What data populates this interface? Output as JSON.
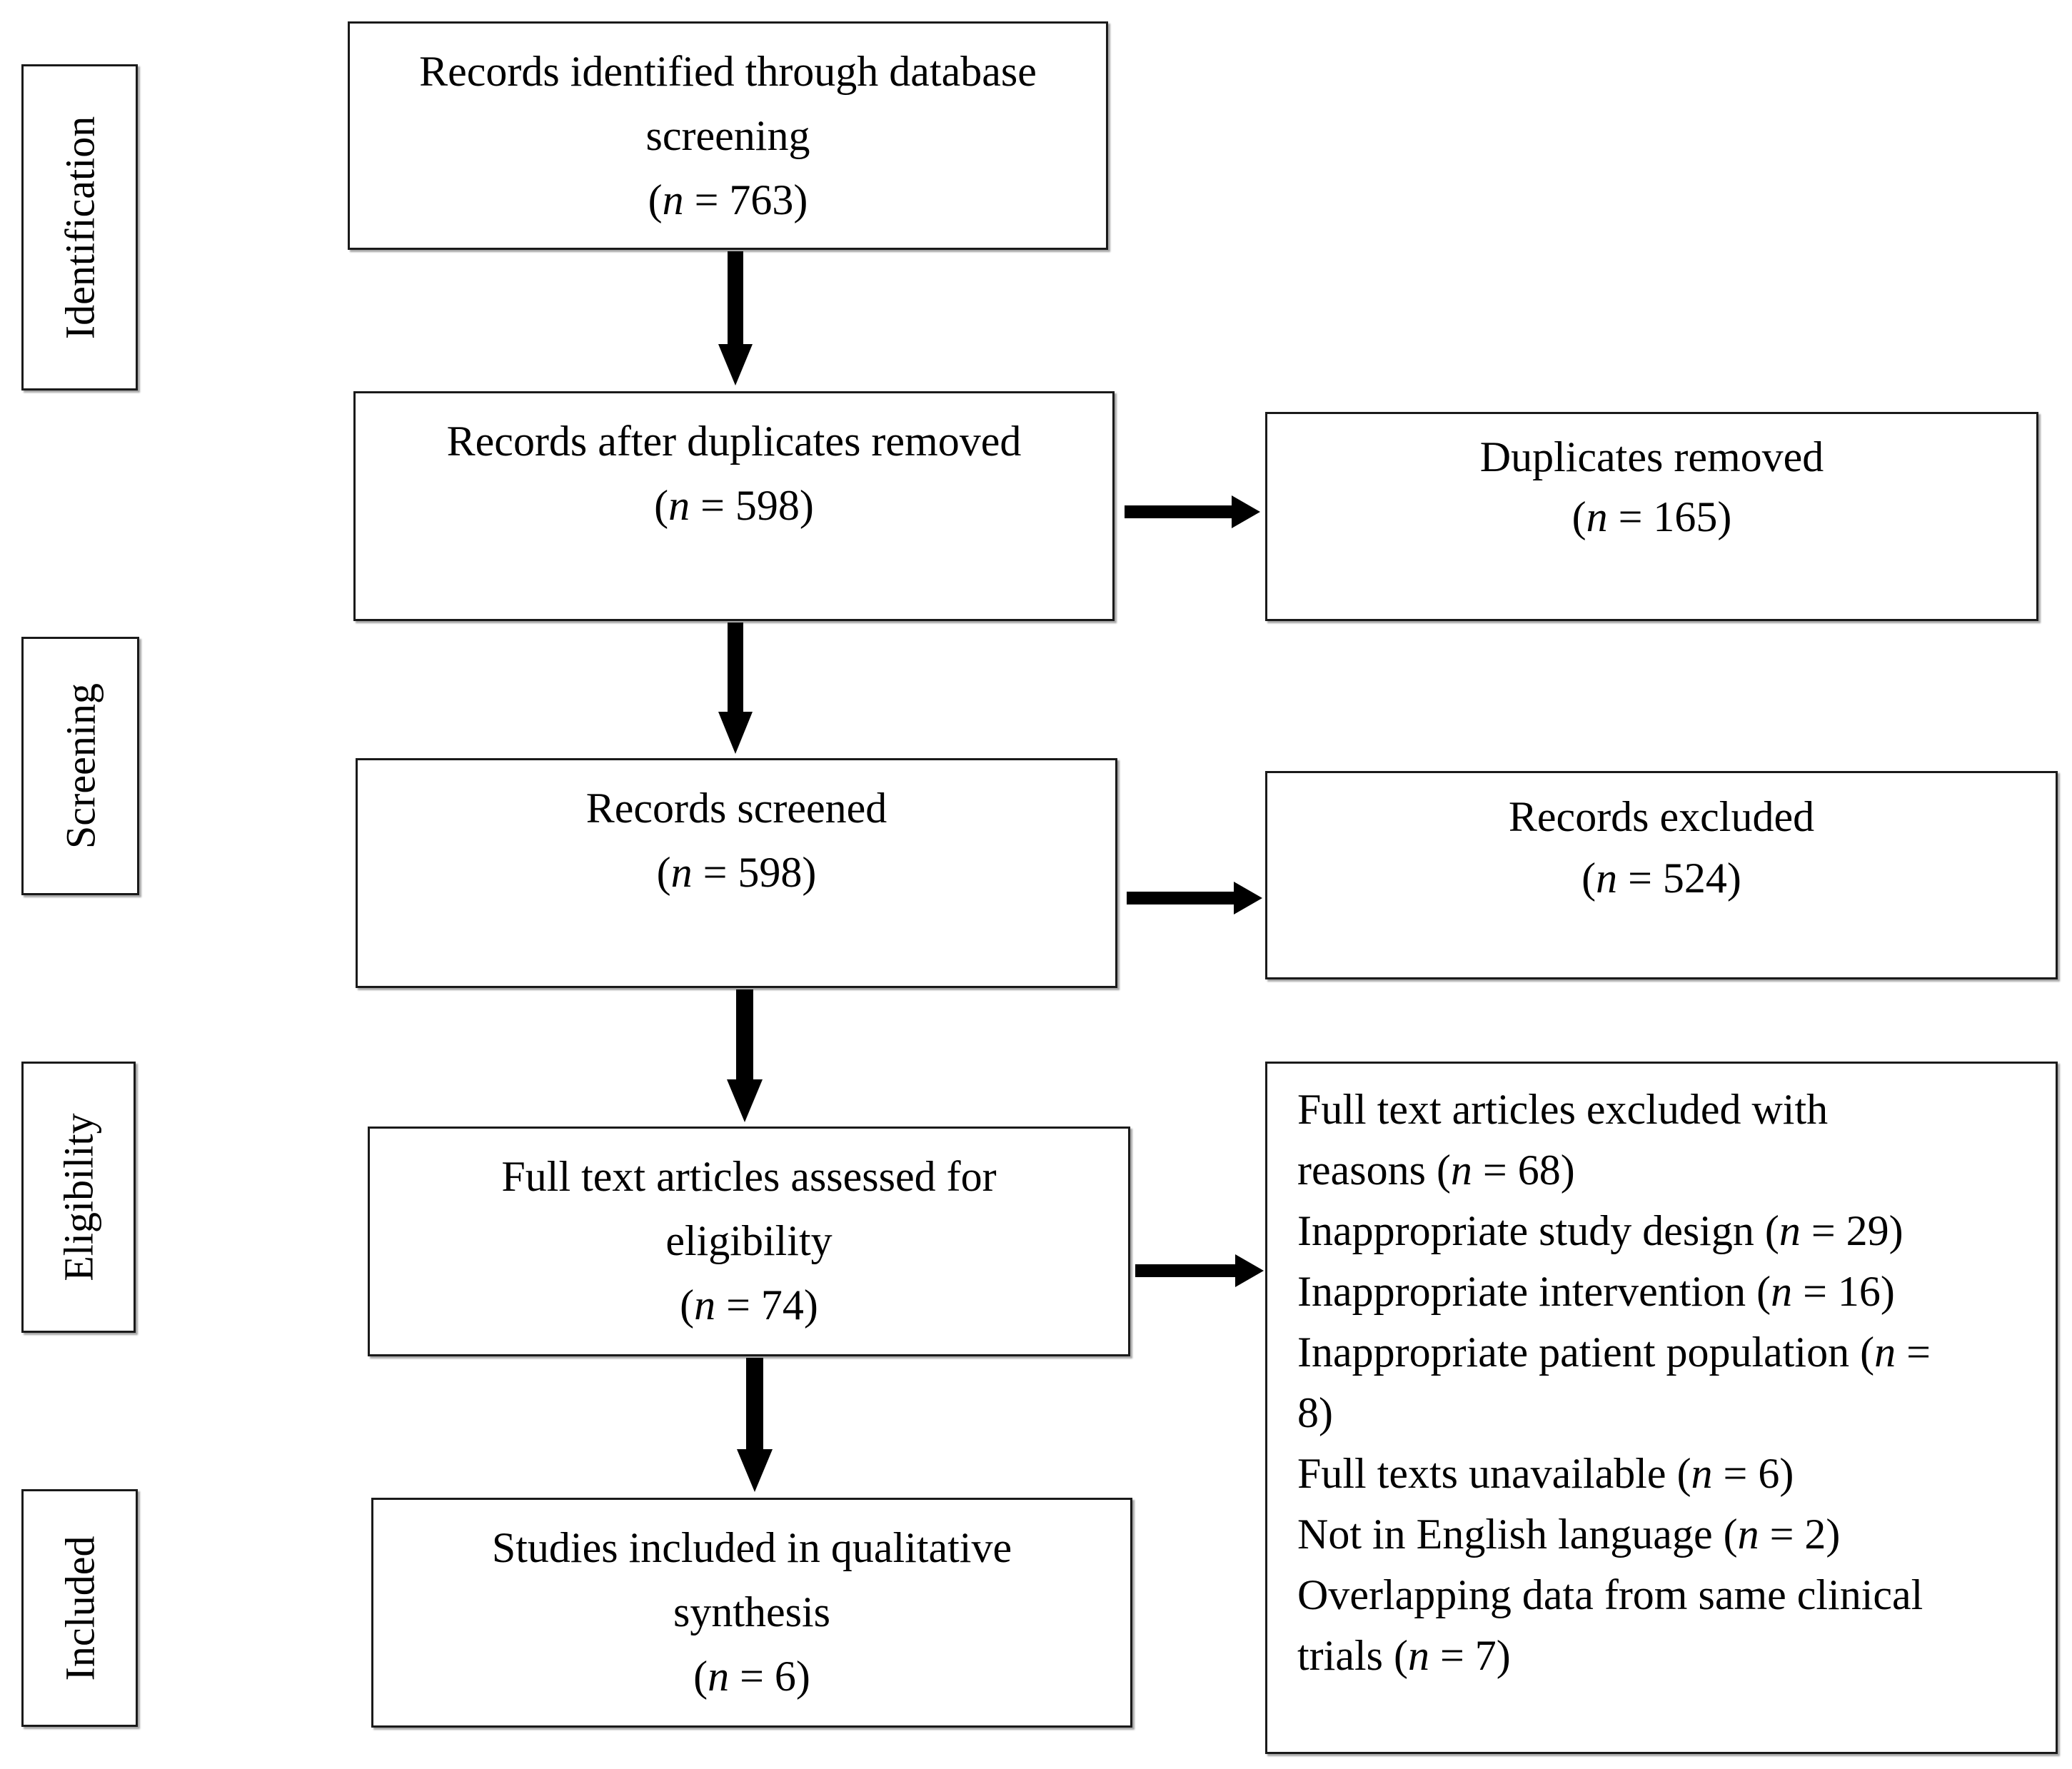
{
  "stages": {
    "identification": "Identification",
    "screening": "Screening",
    "eligibility": "Eligibility",
    "included": "Included"
  },
  "identified": {
    "lines": [
      "Records identified through database",
      "screening"
    ],
    "n_label": "n",
    "n_value": " = 763)"
  },
  "after_duplicates": {
    "lines": [
      "Records after duplicates removed"
    ],
    "n_label": "n",
    "n_value": " = 598)"
  },
  "duplicates_removed": {
    "lines": [
      "Duplicates removed"
    ],
    "n_label": "n",
    "n_value": " = 165)"
  },
  "screened": {
    "lines": [
      "Records screened"
    ],
    "n_label": "n",
    "n_value": " = 598)"
  },
  "excluded": {
    "lines": [
      "Records excluded"
    ],
    "n_label": "n",
    "n_value": " = 524)"
  },
  "full_text": {
    "lines": [
      "Full text articles assessed for",
      "eligibility"
    ],
    "n_label": "n",
    "n_value": " = 74)"
  },
  "included": {
    "lines": [
      "Studies included in qualitative",
      "synthesis"
    ],
    "n_label": "n",
    "n_value": " = 6)"
  },
  "reasons": {
    "lines": [
      {
        "pre": "Full text articles excluded with",
        "n": "",
        "post": ""
      },
      {
        "pre": "reasons (",
        "n": "n",
        "post": " = 68)"
      },
      {
        "pre": "Inappropriate study design (",
        "n": "n",
        "post": " = 29)"
      },
      {
        "pre": "Inappropriate intervention (",
        "n": "n",
        "post": " = 16)"
      },
      {
        "pre": "Inappropriate patient population (",
        "n": "n",
        "post": " ="
      },
      {
        "pre": "8)",
        "n": "",
        "post": ""
      },
      {
        "pre": "Full texts unavailable (",
        "n": "n",
        "post": " = 6)"
      },
      {
        "pre": "Not in English language (",
        "n": "n",
        "post": " = 2)"
      },
      {
        "pre": "Overlapping data from same clinical",
        "n": "",
        "post": ""
      },
      {
        "pre": "trials (",
        "n": "n",
        "post": " = 7)"
      }
    ]
  },
  "colors": {
    "border": "#1a1a1a",
    "arrow": "#000000",
    "background": "#ffffff"
  }
}
